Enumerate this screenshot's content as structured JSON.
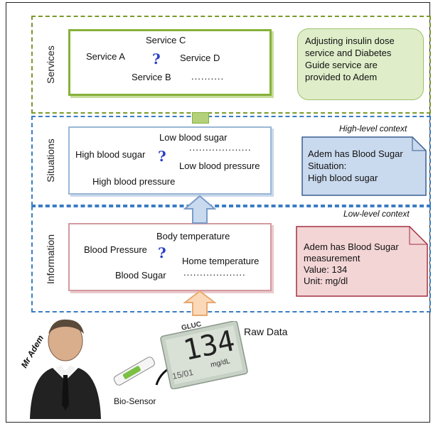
{
  "layers": {
    "services": {
      "label": "Services",
      "items": [
        "Service C",
        "Service A",
        "Service D",
        "Service B"
      ],
      "ellipsis": "..........",
      "question_mark": "?",
      "note": [
        "Adjusting insulin dose",
        "service and Diabetes",
        "Guide service are",
        "provided to Adem"
      ]
    },
    "situations": {
      "label": "Situations",
      "context": "High-level context",
      "items": [
        "Low blood sugar",
        "High blood sugar",
        "Low blood pressure",
        "High blood pressure"
      ],
      "ellipsis": "...................",
      "question_mark": "?",
      "note": [
        "Adem has Blood Sugar",
        "Situation:",
        "High blood  sugar"
      ]
    },
    "information": {
      "label": "Information",
      "context": "Low-level context",
      "items": [
        "Body temperature",
        "Blood Pressure",
        "Home temperature",
        "Blood Sugar"
      ],
      "ellipsis": "...................",
      "question_mark": "?",
      "note": [
        "Adem has Blood Sugar",
        "measurement",
        "Value: 134",
        "Unit: mg/dl"
      ]
    }
  },
  "bottom": {
    "raw_data_label": "Raw Data",
    "sensor_label": "Bio-Sensor",
    "person_label": "Mr Adem",
    "meter_reading": "134",
    "meter_unit": "mg/dL",
    "meter_top_label": "GLUC",
    "meter_date": "15/01"
  },
  "colors": {
    "services_border": "#86b13b",
    "situations_border": "#9ab6d6",
    "information_border": "#d29aa0",
    "note_green": "#dfeec9",
    "note_blue": "#c9d9ee",
    "note_pink": "#f3d5d6",
    "question_mark": "#2a3ec8"
  }
}
